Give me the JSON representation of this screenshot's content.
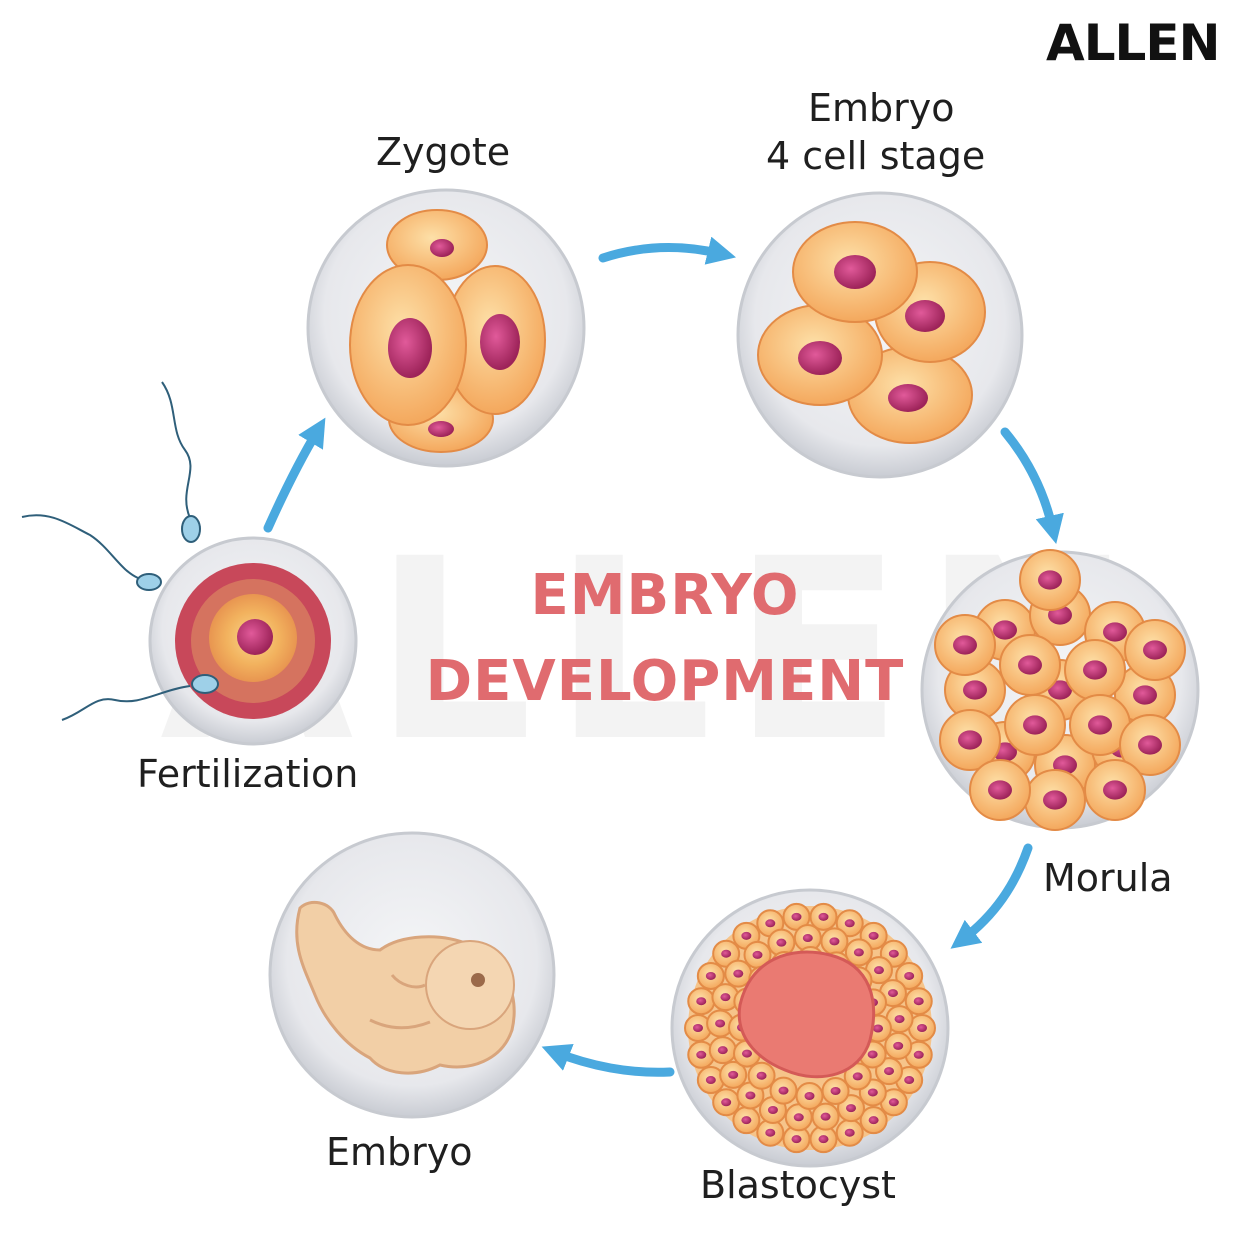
{
  "logo": {
    "text": "ALLEN"
  },
  "watermark": {
    "text": "ALLEN"
  },
  "title": {
    "line1": "EMBRYO",
    "line2": "DEVELOPMENT",
    "color": "#e06b6f"
  },
  "stages": {
    "zygote": "Zygote",
    "embryo4_line1": "Embryo",
    "embryo4_line2": "4 cell stage",
    "fertilization": "Fertilization",
    "morula": "Morula",
    "blastocyst": "Blastocyst",
    "embryo": "Embryo"
  },
  "colors": {
    "arrow": "#4aa9df",
    "shell": "#d8dadf",
    "cell": "#f6c07e",
    "nucleus": "#b9336e",
    "fetus": "#f2cfa6"
  }
}
